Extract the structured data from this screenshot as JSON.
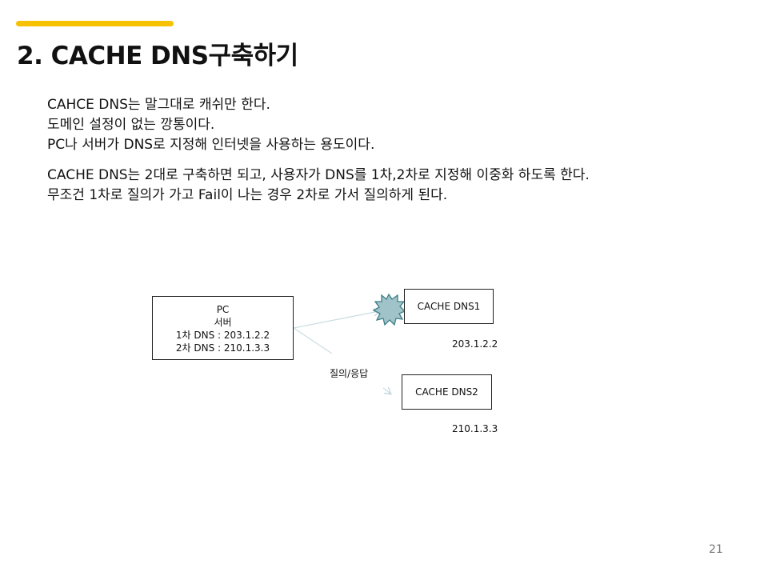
{
  "colors": {
    "accent": "#f6c100",
    "burst_fill": "#9fc3c8",
    "burst_stroke": "#3d7f86",
    "arrow": "#c9dde0"
  },
  "slide": {
    "title": "2. CACHE DNS구축하기",
    "paragraph1": [
      "CAHCE DNS는 말그대로 캐쉬만 한다.",
      "도메인 설정이 없는 깡통이다.",
      "PC나 서버가 DNS로 지정해 인터넷을 사용하는 용도이다."
    ],
    "paragraph2": [
      "CACHE DNS는 2대로 구축하면 되고, 사용자가 DNS를 1차,2차로 지정해 이중화 하도록 한다.",
      "무조건 1차로 질의가 가고 Fail이 나는 경우 2차로 가서 질의하게 된다."
    ],
    "page_number": "21"
  },
  "diagram": {
    "client_box": {
      "line1": "PC",
      "line2": "서버",
      "line3": "1차 DNS : 203.1.2.2",
      "line4": "2차 DNS : 210.1.3.3"
    },
    "dns1": {
      "label": "CACHE DNS1",
      "ip": "203.1.2.2",
      "status_icon": "failure-burst-icon"
    },
    "dns2": {
      "label": "CACHE DNS2",
      "ip": "210.1.3.3"
    },
    "query_label": "질의/응답"
  }
}
